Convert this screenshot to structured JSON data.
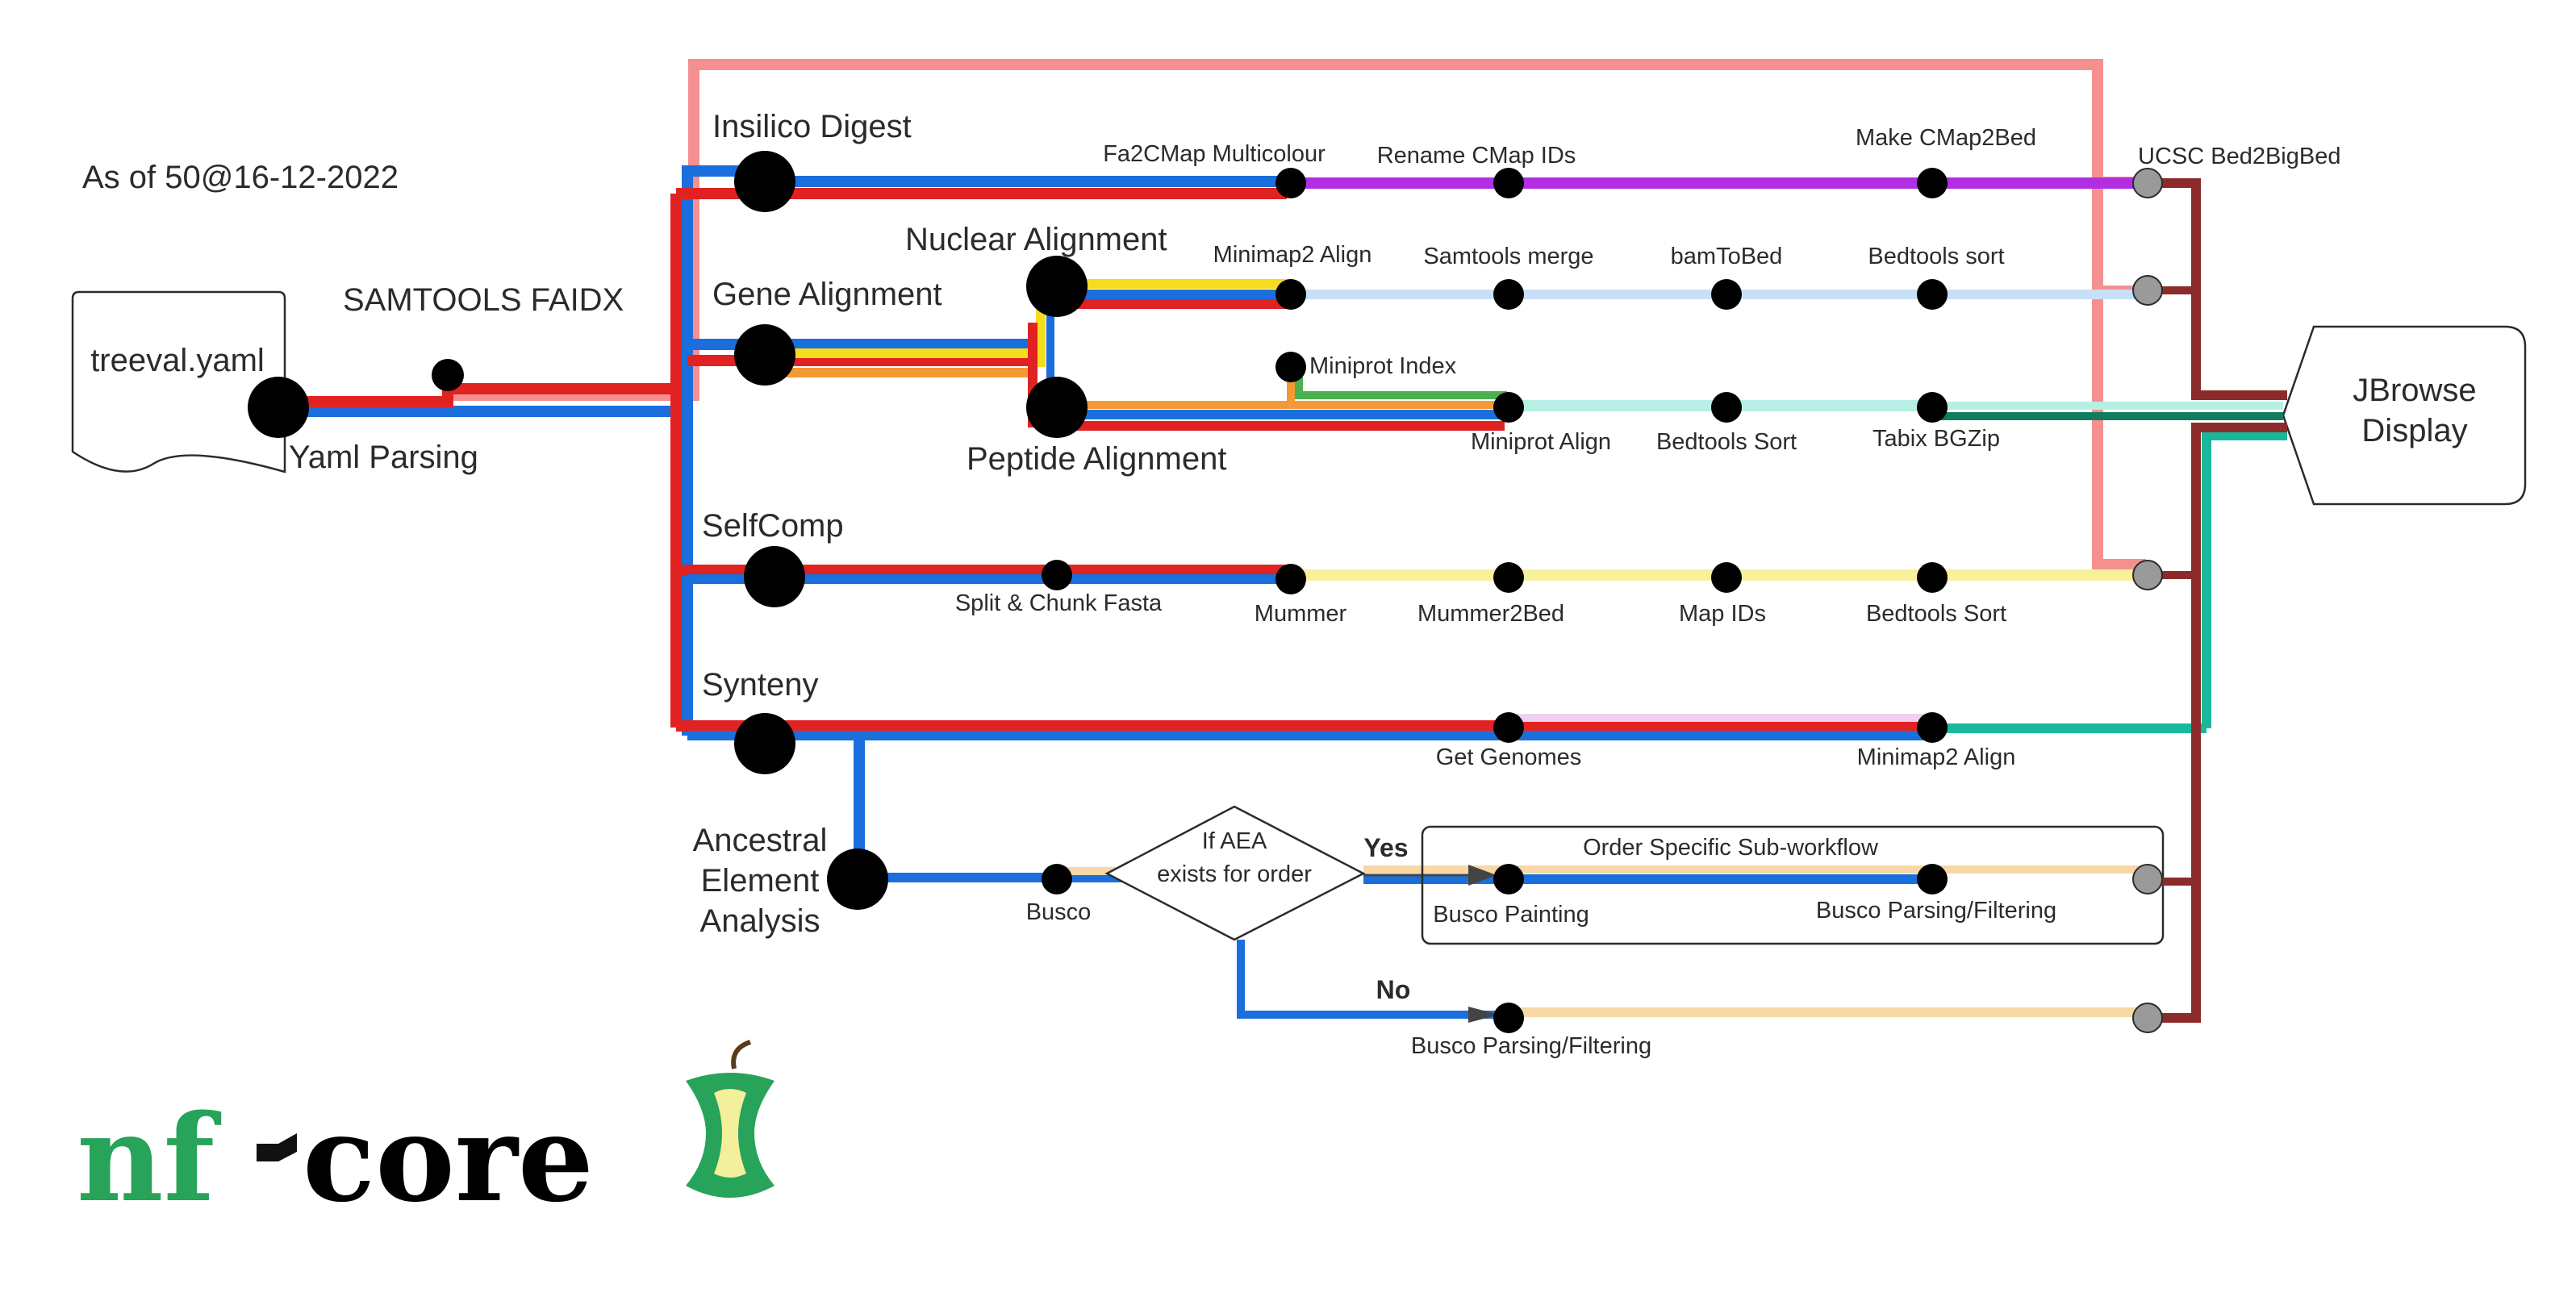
{
  "version_text": "As of 50@16-12-2022",
  "input_file": "treeval.yaml",
  "output": "JBrowse\nDisplay",
  "subworkflows": {
    "yaml_parsing": "Yaml Parsing",
    "samtools_faidx": "SAMTOOLS FAIDX",
    "insilico_digest": "Insilico Digest",
    "gene_alignment": "Gene Alignment",
    "nuclear_alignment": "Nuclear Alignment",
    "peptide_alignment": "Peptide Alignment",
    "selfcomp": "SelfComp",
    "synteny": "Synteny",
    "ancestral": [
      "Ancestral",
      "Element",
      "Analysis"
    ]
  },
  "steps": {
    "fa2cmap": "Fa2CMap Multicolour",
    "rename_cmap": "Rename CMap IDs",
    "make_cmap2bed": "Make CMap2Bed",
    "ucsc_bed2bigbed": "UCSC Bed2BigBed",
    "minimap2_align_nuc": "Minimap2 Align",
    "samtools_merge": "Samtools merge",
    "bamtobed": "bamToBed",
    "bedtools_sort_nuc": "Bedtools sort",
    "miniprot_index": "Miniprot Index",
    "miniprot_align": "Miniprot Align",
    "bedtools_sort_pep": "Bedtools Sort",
    "tabix_bgzip": "Tabix BGZip",
    "split_chunk": "Split & Chunk Fasta",
    "mummer": "Mummer",
    "mummer2bed": "Mummer2Bed",
    "map_ids": "Map IDs",
    "bedtools_sort_self": "Bedtools Sort",
    "get_genomes": "Get Genomes",
    "minimap2_align_syn": "Minimap2 Align",
    "busco": "Busco",
    "decision": [
      "If AEA",
      "exists for order"
    ],
    "yes": "Yes",
    "no": "No",
    "order_specific": "Order Specific Sub-workflow",
    "busco_painting": "Busco Painting",
    "busco_parsing_yes": "Busco Parsing/Filtering",
    "busco_parsing_no": "Busco Parsing/Filtering"
  },
  "logo": {
    "text_nf": "nf",
    "text_core": "core",
    "icon": "apple-core-icon"
  },
  "colors": {
    "blue": "#1a6fdc",
    "red": "#e02222",
    "salmon": "#f59090",
    "purple": "#b22ee3",
    "light_blue": "#c9dff7",
    "yellow": "#f5dc1e",
    "light_yellow": "#f8f19c",
    "orange": "#f39a34",
    "green": "#4caf50",
    "mint": "#b7efe4",
    "dark_green": "#0f7d5e",
    "teal": "#19b79b",
    "pink": "#f0d0f0",
    "peach": "#f8d8a6",
    "maroon": "#8c2b2b",
    "node": "#000000",
    "endpoint": "#9a9a9a",
    "logo_green": "#27a35a"
  }
}
